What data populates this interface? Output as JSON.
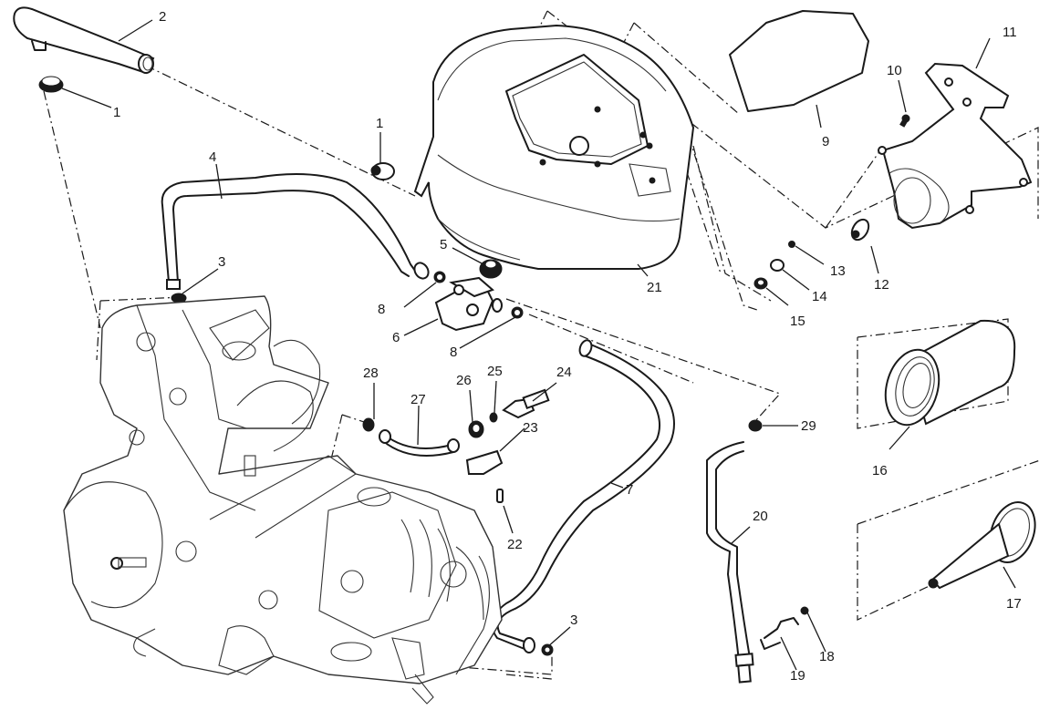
{
  "diagram": {
    "type": "exploded-parts-view",
    "subject": "engine breather / air box assembly",
    "callouts": [
      {
        "id": "c1a",
        "label": "1"
      },
      {
        "id": "c1b",
        "label": "1"
      },
      {
        "id": "c2",
        "label": "2"
      },
      {
        "id": "c3a",
        "label": "3"
      },
      {
        "id": "c3b",
        "label": "3"
      },
      {
        "id": "c4",
        "label": "4"
      },
      {
        "id": "c5",
        "label": "5"
      },
      {
        "id": "c6",
        "label": "6"
      },
      {
        "id": "c7",
        "label": "7"
      },
      {
        "id": "c8a",
        "label": "8"
      },
      {
        "id": "c8b",
        "label": "8"
      },
      {
        "id": "c9",
        "label": "9"
      },
      {
        "id": "c10",
        "label": "10"
      },
      {
        "id": "c11",
        "label": "11"
      },
      {
        "id": "c12",
        "label": "12"
      },
      {
        "id": "c13",
        "label": "13"
      },
      {
        "id": "c14",
        "label": "14"
      },
      {
        "id": "c15",
        "label": "15"
      },
      {
        "id": "c16",
        "label": "16"
      },
      {
        "id": "c17",
        "label": "17"
      },
      {
        "id": "c18",
        "label": "18"
      },
      {
        "id": "c19",
        "label": "19"
      },
      {
        "id": "c20",
        "label": "20"
      },
      {
        "id": "c21",
        "label": "21"
      },
      {
        "id": "c22",
        "label": "22"
      },
      {
        "id": "c23",
        "label": "23"
      },
      {
        "id": "c24",
        "label": "24"
      },
      {
        "id": "c25",
        "label": "25"
      },
      {
        "id": "c26",
        "label": "26"
      },
      {
        "id": "c27",
        "label": "27"
      },
      {
        "id": "c28",
        "label": "28"
      },
      {
        "id": "c29",
        "label": "29"
      }
    ]
  }
}
